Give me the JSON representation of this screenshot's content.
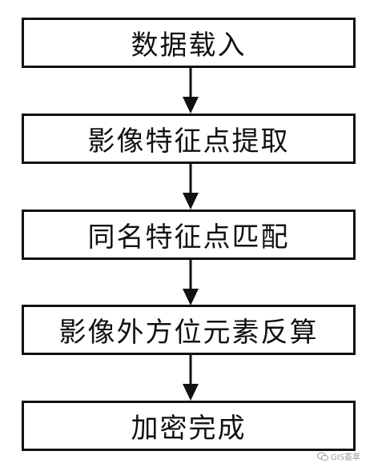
{
  "flowchart": {
    "steps": [
      "数据载入",
      "影像特征点提取",
      "同名特征点匹配",
      "影像外方位元素反算",
      "加密完成"
    ]
  },
  "watermarks": {
    "left": "",
    "right": "GIS荟萃",
    "right_icon": "wechat-icon"
  },
  "colors": {
    "stroke": "#111111",
    "background": "#ffffff"
  }
}
